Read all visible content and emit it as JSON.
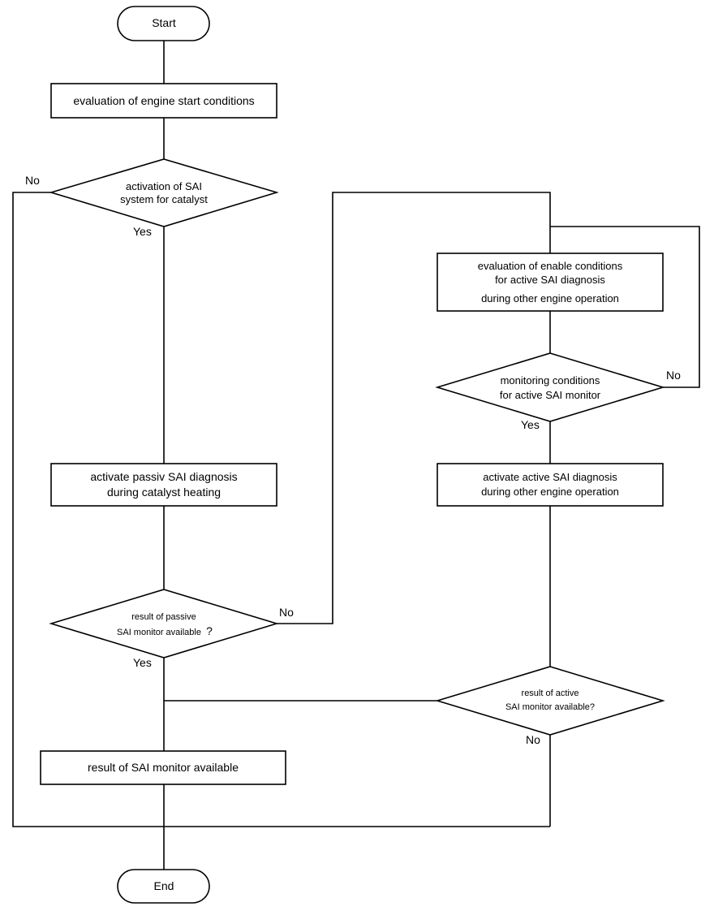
{
  "flowchart": {
    "start": "Start",
    "end": "End",
    "step_eval_start": "evaluation of engine start conditions",
    "decision_activation": {
      "line1": "activation of SAI",
      "line2": "system for catalyst"
    },
    "step_passive": {
      "line1": "activate passiv SAI diagnosis",
      "line2": "during catalyst heating"
    },
    "decision_passive_result": {
      "line1": "result of passive",
      "line2": "SAI monitor available",
      "mark": "?"
    },
    "step_eval_enable": {
      "line1": "evaluation of enable conditions",
      "line2": "for active SAI diagnosis",
      "line3": "during other engine operation"
    },
    "decision_monitoring": {
      "line1": "monitoring conditions",
      "line2": "for active SAI monitor"
    },
    "step_active": {
      "line1": "activate active SAI diagnosis",
      "line2": "during other engine operation"
    },
    "decision_active_result": {
      "line1": "result of active",
      "line2": "SAI monitor available?"
    },
    "step_result": "result of SAI monitor available",
    "labels": {
      "no": "No",
      "yes": "Yes"
    }
  }
}
